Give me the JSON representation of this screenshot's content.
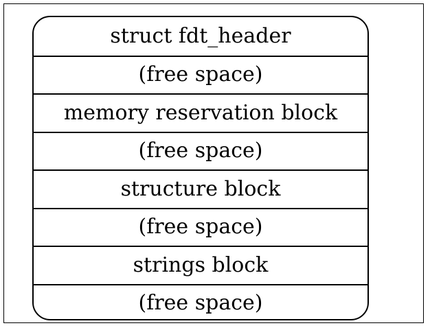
{
  "diagram": {
    "fields": [
      {
        "label": "struct fdt_header"
      },
      {
        "label": "(free space)"
      },
      {
        "label": "memory reservation block"
      },
      {
        "label": "(free space)"
      },
      {
        "label": "structure block"
      },
      {
        "label": "(free space)"
      },
      {
        "label": "strings block"
      },
      {
        "label": "(free space)"
      }
    ]
  }
}
